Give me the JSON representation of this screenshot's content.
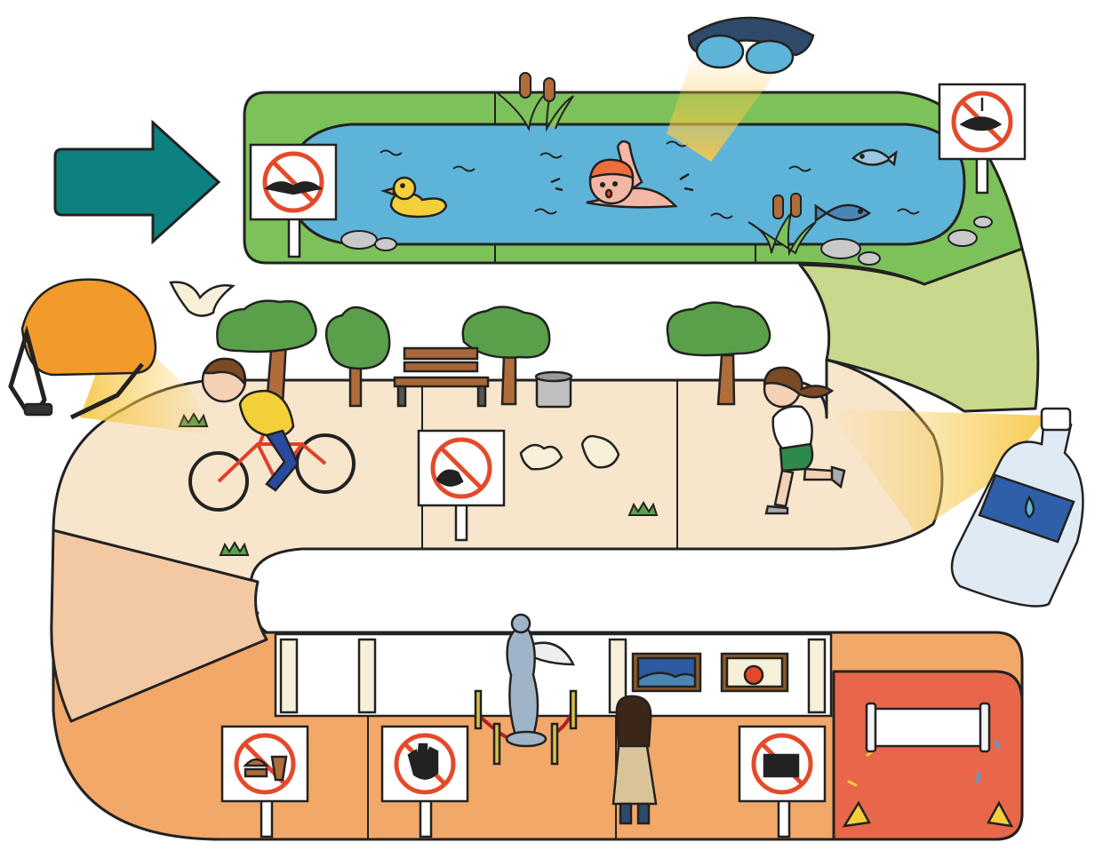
{
  "board": {
    "path_segments": [
      {
        "id": "pond",
        "label": "",
        "color": "#7dc15a",
        "next_color": "#c8d98d"
      },
      {
        "id": "park",
        "label": "",
        "color": "#f8e6cc"
      },
      {
        "id": "museum",
        "label": "",
        "color": "#f2a868"
      },
      {
        "id": "finish",
        "label": "",
        "color": "#e8674a"
      }
    ],
    "start_arrow_color": "#0d8080",
    "finish_banner_text": ""
  },
  "signs": [
    {
      "id": "no-throwing-stones",
      "icon": "throw-stone-icon"
    },
    {
      "id": "no-fishing",
      "icon": "fish-hook-icon"
    },
    {
      "id": "no-feeding-birds",
      "icon": "feed-bird-icon"
    },
    {
      "id": "no-food-drink",
      "icon": "burger-drink-icon"
    },
    {
      "id": "no-touching",
      "icon": "hand-icon"
    },
    {
      "id": "no-photography",
      "icon": "camera-icon"
    }
  ],
  "items": [
    {
      "id": "swim-goggles",
      "icon": "goggles-icon"
    },
    {
      "id": "bike-helmet",
      "icon": "helmet-icon"
    },
    {
      "id": "water-bottle",
      "icon": "water-bottle-icon"
    }
  ],
  "characters": [
    {
      "id": "swimmer"
    },
    {
      "id": "cyclist"
    },
    {
      "id": "runner"
    },
    {
      "id": "museum-visitor"
    }
  ],
  "colors": {
    "water": "#5eb4d8",
    "ink": "#222222",
    "sign_red": "#e44a2a",
    "highlight": "#f6c84a"
  }
}
